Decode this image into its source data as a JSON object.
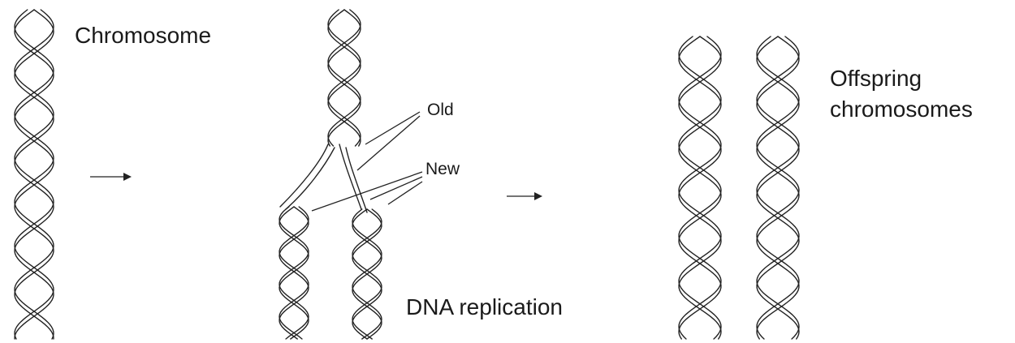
{
  "labels": {
    "chromosome": "Chromosome",
    "old": "Old",
    "new": "New",
    "dna_replication": "DNA replication",
    "offspring_line1": "Offspring",
    "offspring_line2": "chromosomes"
  },
  "colors": {
    "ink": "#222222",
    "background": "#ffffff"
  }
}
